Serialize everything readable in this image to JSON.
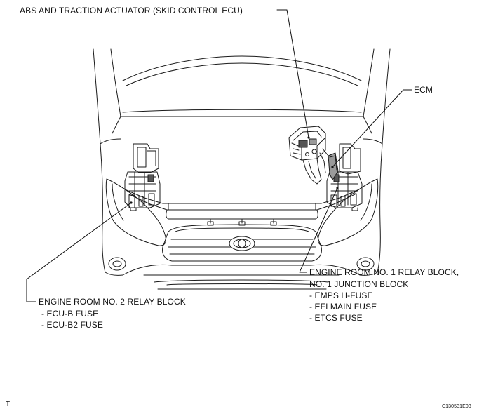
{
  "labels": {
    "abs_actuator": "ABS AND TRACTION ACTUATOR (SKID CONTROL ECU)",
    "ecm": "ECM",
    "relay_block_1": {
      "line1": "ENGINE ROOM NO. 1 RELAY BLOCK,",
      "line2": "NO. 1 JUNCTION BLOCK",
      "fuses": [
        "- EMPS H-FUSE",
        "- EFI MAIN FUSE",
        "- ETCS FUSE"
      ]
    },
    "relay_block_2": {
      "title": "ENGINE ROOM NO. 2 RELAY BLOCK",
      "fuses": [
        "- ECU-B FUSE",
        "- ECU-B2 FUSE"
      ]
    }
  },
  "footer": {
    "left_mark": "T",
    "figure_code": "C130531E03"
  },
  "colors": {
    "ink": "#111111",
    "line": "#1a1a1a",
    "shade": "#9a9a9a",
    "dark_shade": "#555555",
    "background": "#ffffff"
  }
}
